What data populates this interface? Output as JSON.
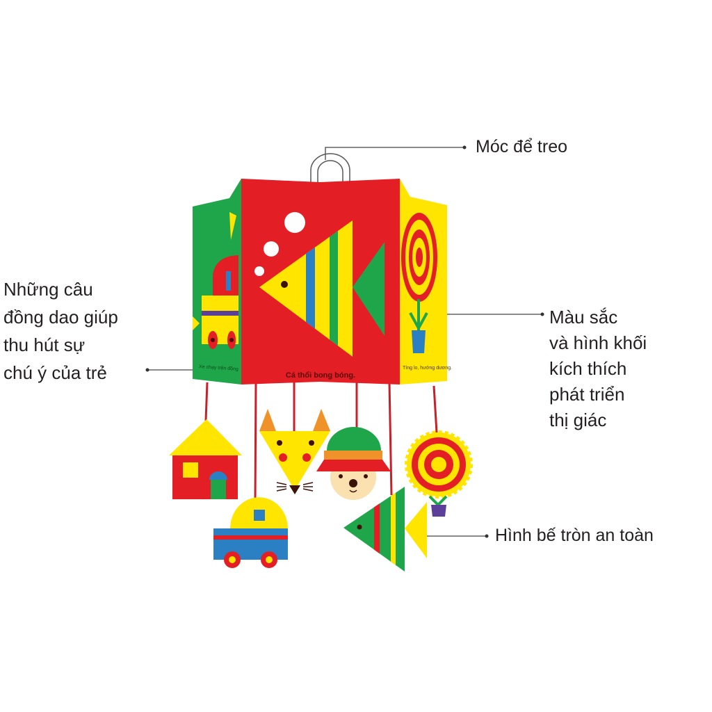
{
  "callouts": {
    "hook": "Móc để treo",
    "rhymes": "Những câu\nđồng dao giúp\nthu hút sự\nchú ý của trẻ",
    "colors": "Màu sắc\nvà hình khối\nkích thích\nphát triển\nthị giác",
    "safe": "Hình bế tròn an toàn"
  },
  "panels": {
    "left_caption": "Xe chạy trên đồng",
    "center_caption": "Cá thổi bong bóng.",
    "right_caption": "Tíng lo, hướng dương."
  },
  "colors": {
    "red": "#e31e24",
    "green": "#1fa64a",
    "yellow": "#ffe500",
    "blue": "#2b7fc3",
    "orange": "#f0922a",
    "purple": "#5b3f99"
  }
}
